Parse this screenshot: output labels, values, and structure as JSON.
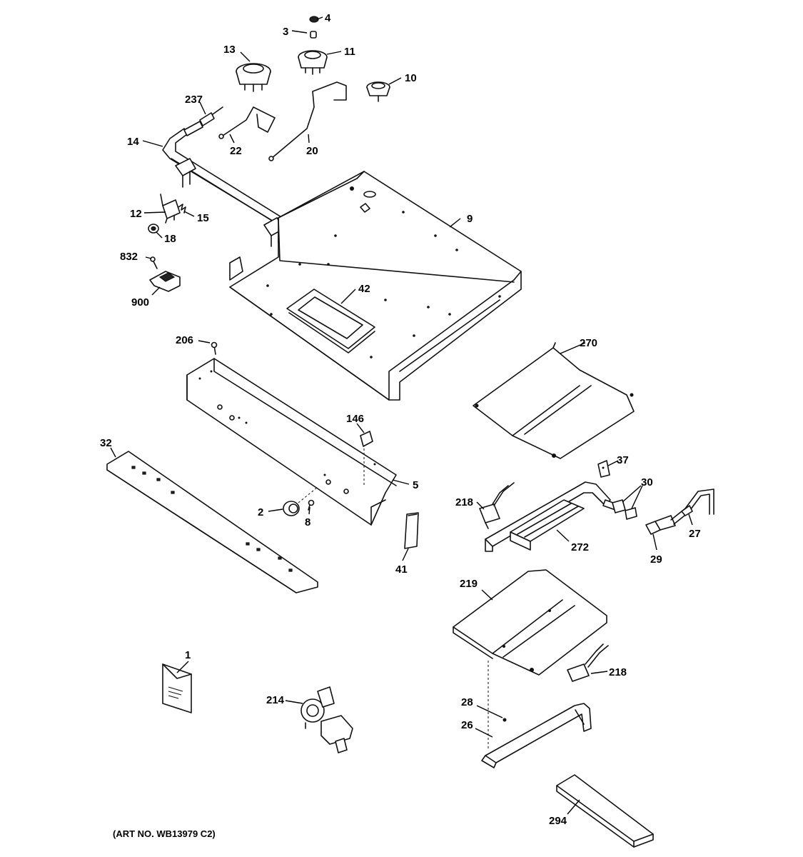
{
  "diagram": {
    "art_number": "(ART NO. WB13979 C2)",
    "callouts": {
      "p1": "1",
      "p2": "2",
      "p3": "3",
      "p4": "4",
      "p5": "5",
      "p8": "8",
      "p9": "9",
      "p10": "10",
      "p11": "11",
      "p12": "12",
      "p13": "13",
      "p14": "14",
      "p15": "15",
      "p18": "18",
      "p20": "20",
      "p22": "22",
      "p26": "26",
      "p27": "27",
      "p28": "28",
      "p29": "29",
      "p30": "30",
      "p32": "32",
      "p37": "37",
      "p41": "41",
      "p42": "42",
      "p146": "146",
      "p206": "206",
      "p214": "214",
      "p218a": "218",
      "p218b": "218",
      "p219": "219",
      "p237": "237",
      "p270": "270",
      "p272": "272",
      "p294": "294",
      "p832": "832",
      "p900": "900"
    }
  }
}
